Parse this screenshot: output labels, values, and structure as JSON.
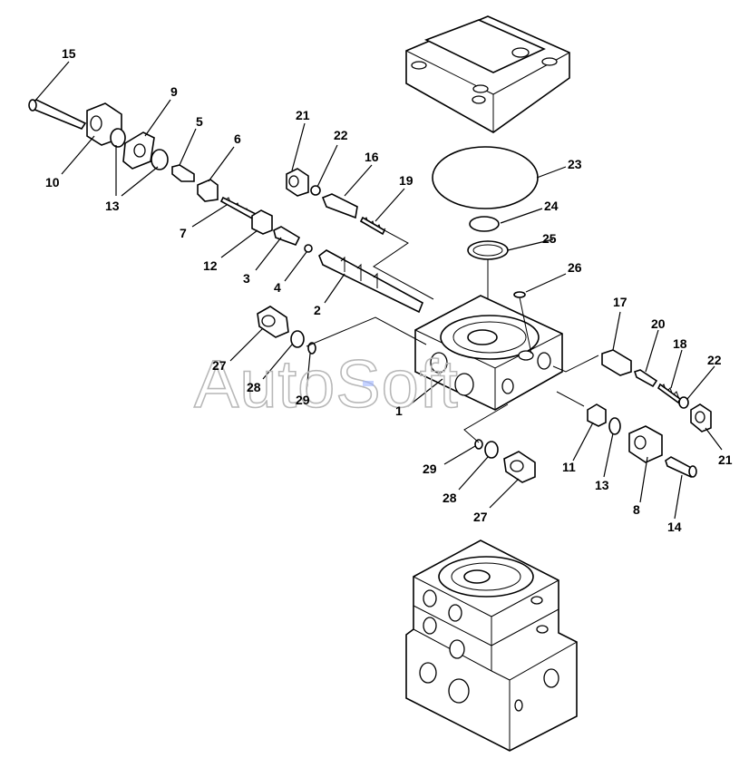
{
  "watermark": "AutoSoft",
  "callouts": [
    "15",
    "9",
    "5",
    "6",
    "10",
    "13",
    "7",
    "12",
    "3",
    "4",
    "2",
    "21",
    "22",
    "16",
    "19",
    "23",
    "24",
    "25",
    "26",
    "1",
    "17",
    "20",
    "18",
    "22",
    "21",
    "27",
    "28",
    "29",
    "11",
    "13",
    "8",
    "14",
    "29",
    "28",
    "27"
  ]
}
